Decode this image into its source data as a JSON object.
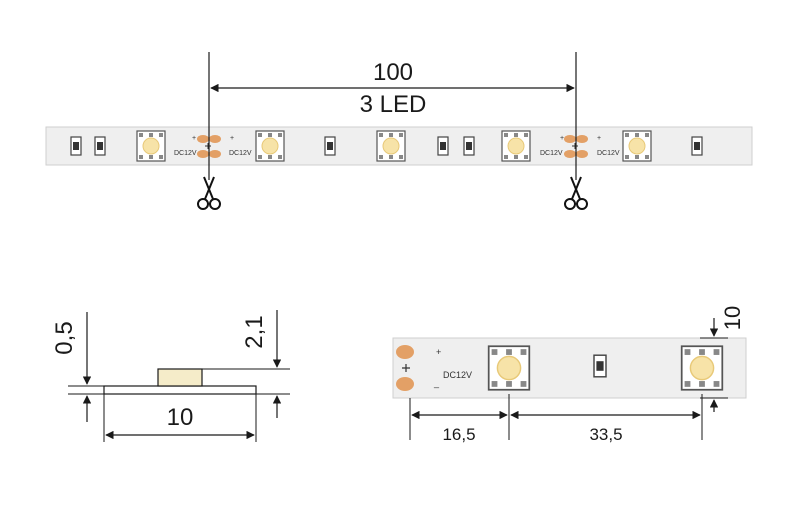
{
  "top_strip": {
    "length_label": "100",
    "led_count_label": "3 LED",
    "voltage_labels": [
      "DC12V",
      "DC12V",
      "DC12V",
      "DC12V"
    ],
    "plus_sign": "+",
    "minus_sign": "_"
  },
  "profile_view": {
    "thickness_label": "0,5",
    "height_label": "2,1",
    "width_label": "10"
  },
  "detail_view": {
    "width_label": "10",
    "offset_label": "16,5",
    "pitch_label": "33,5",
    "voltage_label": "DC12V",
    "plus_sign": "+",
    "minus_sign": "_"
  },
  "colors": {
    "strip": "#efefef",
    "pad": "#e3a066",
    "led": "#f7e3a8",
    "line": "#1a1a1a"
  },
  "icons": [
    "scissors-icon",
    "scissors-icon",
    "scissors-icon"
  ]
}
